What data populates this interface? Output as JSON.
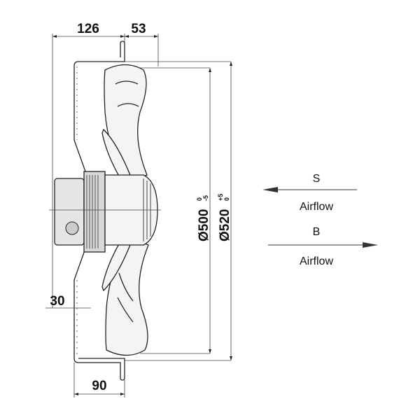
{
  "dimensions": {
    "top_left": "126",
    "top_right": "53",
    "left_offset": "30",
    "bottom": "90",
    "dia_blade": "Ø500",
    "dia_blade_tol_upper": "0",
    "dia_blade_tol_lower": "-5",
    "dia_frame": "Ø520",
    "dia_frame_tol_upper": "+5",
    "dia_frame_tol_lower": "0"
  },
  "airflow": {
    "s_label": "S",
    "s_text": "Airflow",
    "b_label": "B",
    "b_text": "Airflow"
  }
}
